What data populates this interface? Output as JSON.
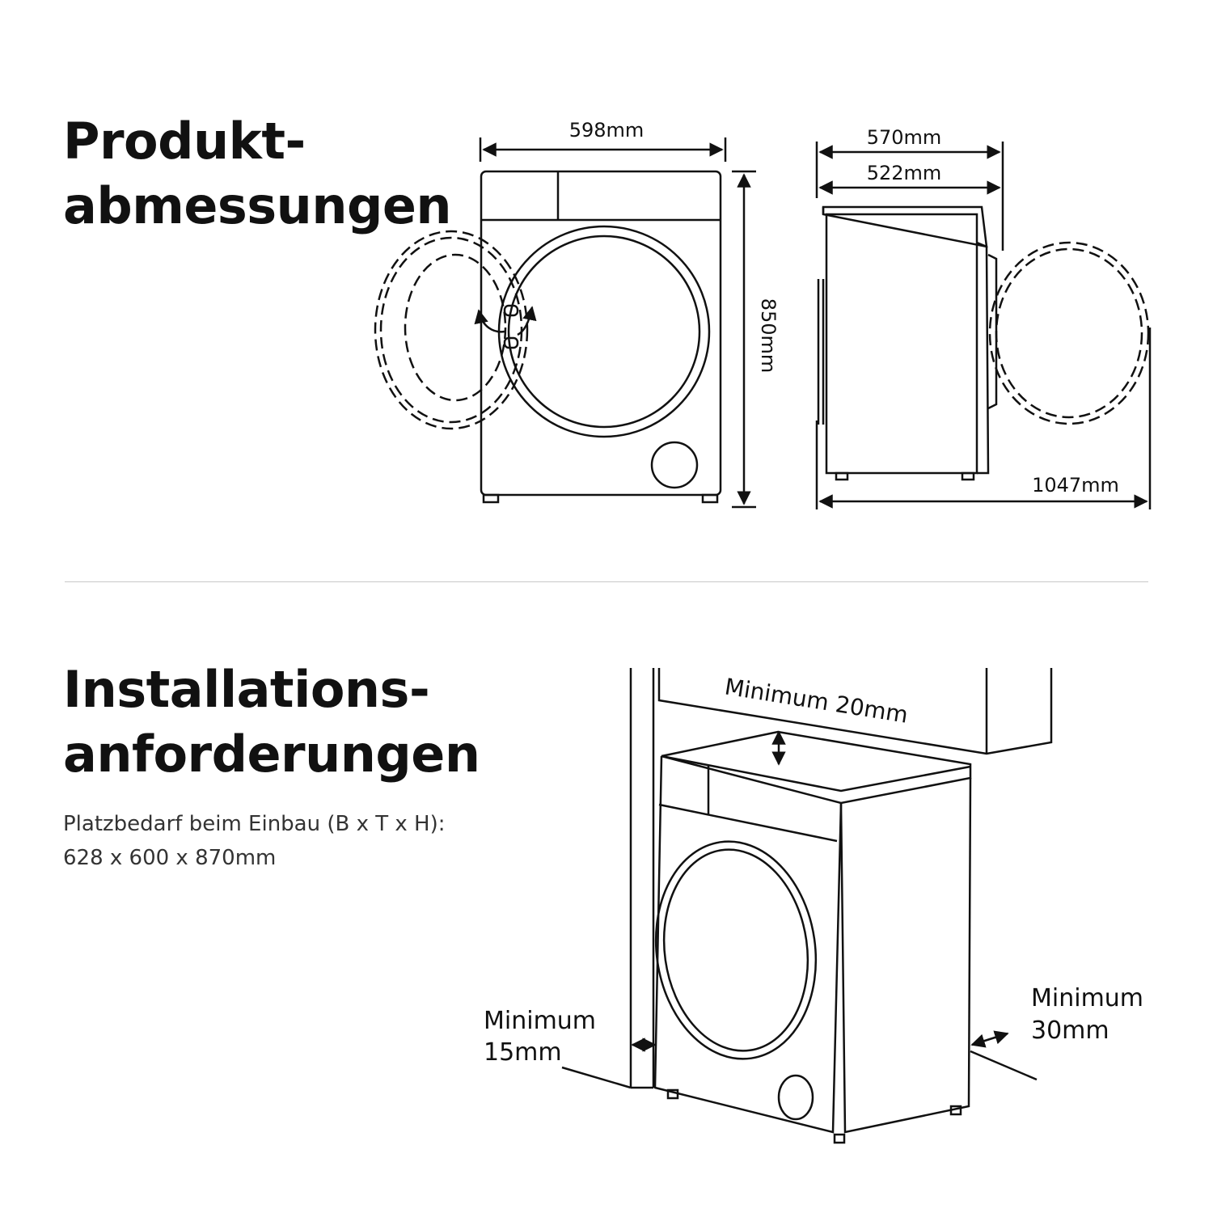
{
  "section1": {
    "title_line1": "Produkt-",
    "title_line2": "abmessungen",
    "front_width": "598mm",
    "height": "850mm",
    "side_depth_total": "570mm",
    "side_depth_body": "522mm",
    "depth_door_open": "1047mm"
  },
  "section2": {
    "title_line1": "Installations-",
    "title_line2": "anforderungen",
    "desc_line1": "Platzbedarf beim Einbau (B x T x H):",
    "desc_line2": "628 x 600 x 870mm",
    "top_clearance": "Minimum 20mm",
    "left_clearance_line1": "Minimum",
    "left_clearance_line2": "15mm",
    "right_clearance_line1": "Minimum",
    "right_clearance_line2": "30mm"
  }
}
